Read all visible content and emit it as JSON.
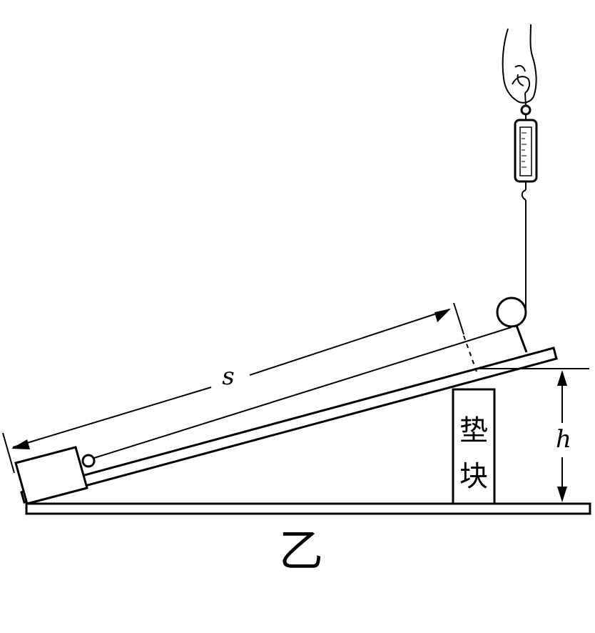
{
  "labels": {
    "distance": "s",
    "height": "h",
    "block_char_1": "垫",
    "block_char_2": "块",
    "figure": "乙"
  },
  "icons": {
    "hand": "hand-icon",
    "spring_scale": "spring-scale-icon"
  }
}
